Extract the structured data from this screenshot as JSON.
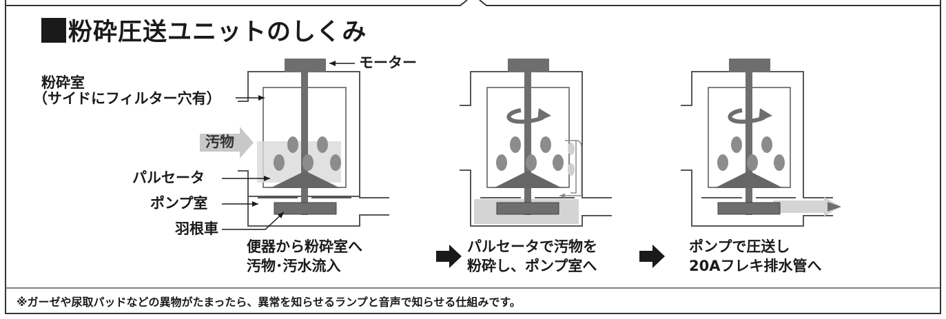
{
  "title": "粉砕圧送ユニットのしくみ",
  "labels": {
    "motor": "モーター",
    "crush_chamber": "粉砕室",
    "crush_chamber_note": "（サイドにフィルター穴有）",
    "waste": "汚物",
    "pulsator": "パルセータ",
    "pump_chamber": "ポンプ室",
    "impeller": "羽根車"
  },
  "steps": [
    {
      "line1": "便器から粉砕室へ",
      "line2": "汚物･汚水流入"
    },
    {
      "line1": "パルセータで汚物を",
      "line2": "粉砕し、ポンプ室へ"
    },
    {
      "line1": "ポンプで圧送し",
      "line2": "20Aフレキ排水管へ"
    }
  ],
  "footnote": "※ガーゼや尿取パッドなどの異物がたまったら、異常を知らせるランプと音声で知らせる仕組みです。",
  "colors": {
    "outline": "#555555",
    "motor": "#6e6e6e",
    "shaft": "#6e6e6e",
    "particle": "#8c8c8c",
    "pulsator": "#666666",
    "water": "#cfcfcf",
    "arrow": "#1a1a1a"
  }
}
